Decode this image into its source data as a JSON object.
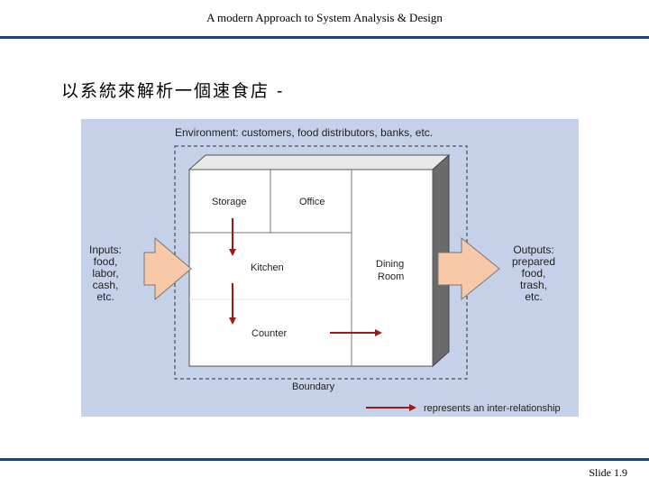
{
  "header": {
    "title": "A modern Approach to System Analysis & Design"
  },
  "slide": {
    "title": "以系統來解析一個速食店 -",
    "number": "Slide 1.9"
  },
  "diagram": {
    "environment_label": "Environment: customers, food distributors, banks, etc.",
    "rooms": {
      "storage": "Storage",
      "office": "Office",
      "kitchen": "Kitchen",
      "dining_line1": "Dining",
      "dining_line2": "Room",
      "counter": "Counter"
    },
    "inputs": [
      "Inputs:",
      "food,",
      "labor,",
      "cash,",
      "etc."
    ],
    "outputs": [
      "Outputs:",
      "prepared",
      "food,",
      "trash,",
      "etc."
    ],
    "boundary_label": "Boundary",
    "legend_label": "represents an inter-relationship",
    "colors": {
      "background": "#c5d1e8",
      "arrow": "#a01818",
      "big_arrow_fill": "#f7c9a7",
      "rule": "#1f3f7f"
    }
  }
}
